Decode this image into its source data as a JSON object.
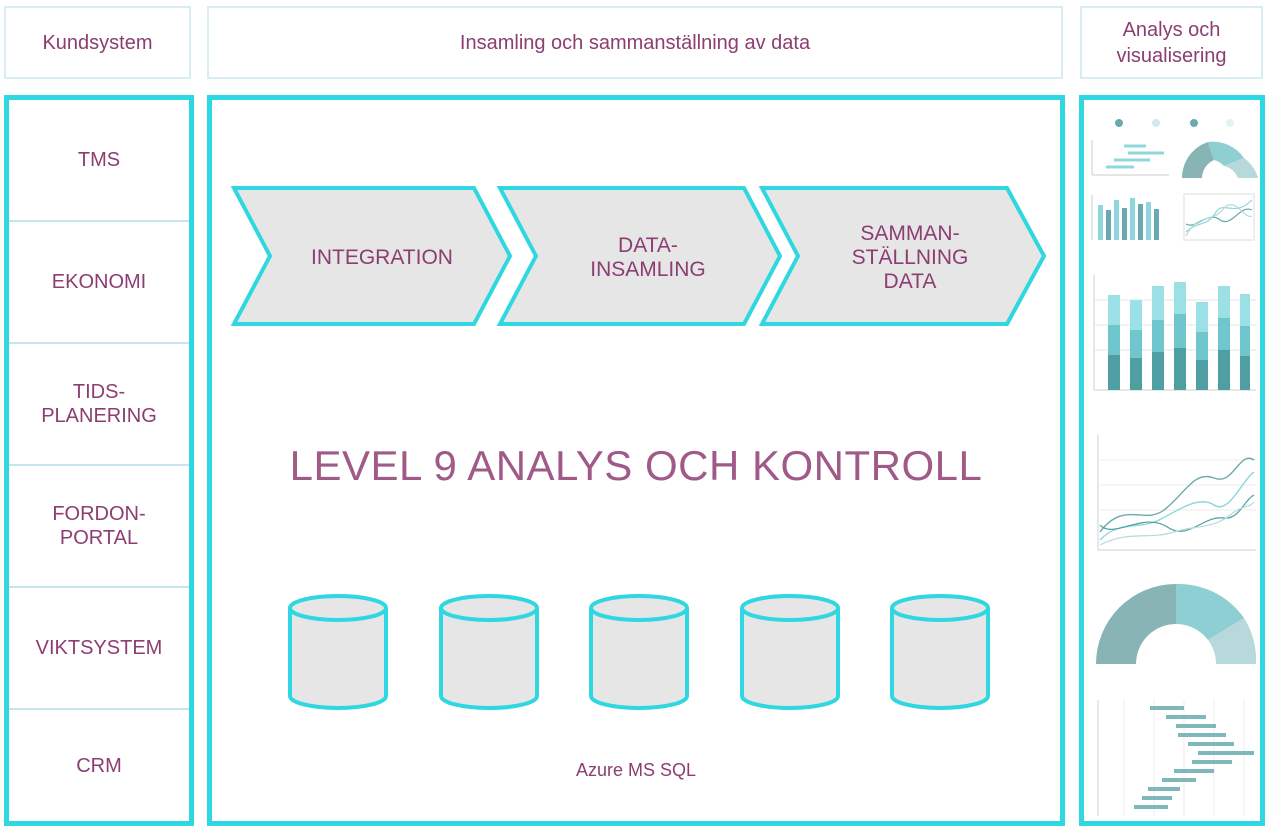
{
  "headers": {
    "left": "Kundsystem",
    "center": "Insamling och sammanställning av data",
    "right_line1": "Analys och",
    "right_line2": "visualisering"
  },
  "left_items": [
    {
      "line1": "TMS",
      "line2": ""
    },
    {
      "line1": "EKONOMI",
      "line2": ""
    },
    {
      "line1": "TIDS-",
      "line2": "PLANERING"
    },
    {
      "line1": "FORDON-",
      "line2": "PORTAL"
    },
    {
      "line1": "VIKTSYSTEM",
      "line2": ""
    },
    {
      "line1": "CRM",
      "line2": ""
    }
  ],
  "steps": [
    {
      "line1": "INTEGRATION",
      "line2": "",
      "line3": ""
    },
    {
      "line1": "DATA-",
      "line2": "INSAMLING",
      "line3": ""
    },
    {
      "line1": "SAMMAN-",
      "line2": "STÄLLNING",
      "line3": "DATA"
    }
  ],
  "main_title": "LEVEL 9 ANALYS OCH KONTROLL",
  "database_label": "Azure MS SQL",
  "colors": {
    "accent": "#2fd7e0",
    "text": "#8c3d72",
    "shape_fill": "#e6e6e6",
    "teal_dark": "#6aa9ad",
    "teal_light": "#8fd7dc"
  }
}
